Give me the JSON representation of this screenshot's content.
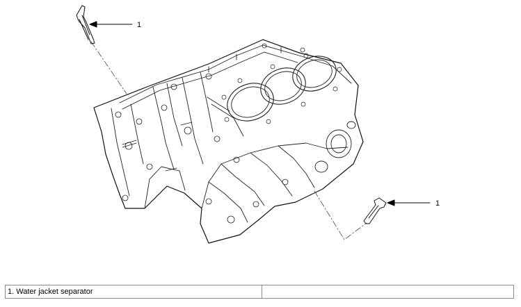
{
  "callouts": [
    {
      "number": "1"
    },
    {
      "number": "1"
    }
  ],
  "legend": {
    "rows": [
      {
        "left": "1. Water jacket separator",
        "right": ""
      }
    ]
  }
}
